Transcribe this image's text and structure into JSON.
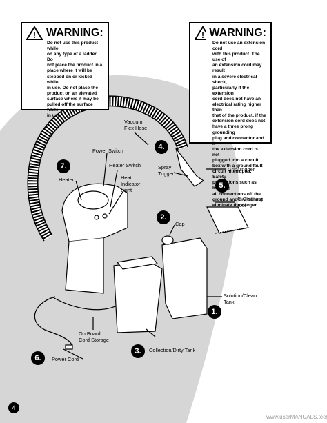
{
  "warning_left": {
    "title": "WARNING:",
    "lines": [
      "Do not use this product while",
      "on any type of a ladder. Do",
      "not place the product in a",
      "place where it will be",
      "stepped on or kicked while",
      "in use. Do not place the",
      "product on an elevated",
      "surface where it may be",
      "pulled off the surface while",
      "in use."
    ]
  },
  "warning_right": {
    "title": "WARNING:",
    "lines": [
      "Do not use an extension cord",
      "with this product. The use of",
      "an extension cord may result",
      "in a severe electrical shock,",
      "particularly if the extension",
      "cord does not have an",
      "electrical rating higher than",
      "that of the product, if the",
      "extension cord does not",
      "have a three prong grounding",
      "plug and connector and if",
      "the extension cord is not",
      "plugged into a circuit",
      "box with a ground fault",
      "circuit interrupter. Safety",
      "precautions such as keeping",
      "all connections off the",
      "ground and dry will not",
      "eliminate the danger."
    ]
  },
  "labels": {
    "vacuum_hose": "Vacuum\nFlex Hose",
    "power_switch": "Power Switch",
    "heater_switch": "Heater Switch",
    "heat_light": "Heat\nIndicator\nLight",
    "heater": "Heater",
    "spray_trigger": "Spray\nTrigger",
    "grip_trigger": "Grip/Trigger",
    "cleaning_tool": "4\" Cleaning\nTool",
    "cap": "Cap",
    "solution_tank": "Solution/Clean\nTank",
    "cord_storage": "On Board\nCord Storage",
    "power_cord": "Power Cord",
    "dirty_tank": "Collection/Dirty Tank"
  },
  "numbers": {
    "n1": "1.",
    "n2": "2.",
    "n3": "3.",
    "n4": "4.",
    "n5": "5.",
    "n6": "6.",
    "n7": "7."
  },
  "page_number": "4",
  "watermark": "www.userMANUALS.tech"
}
